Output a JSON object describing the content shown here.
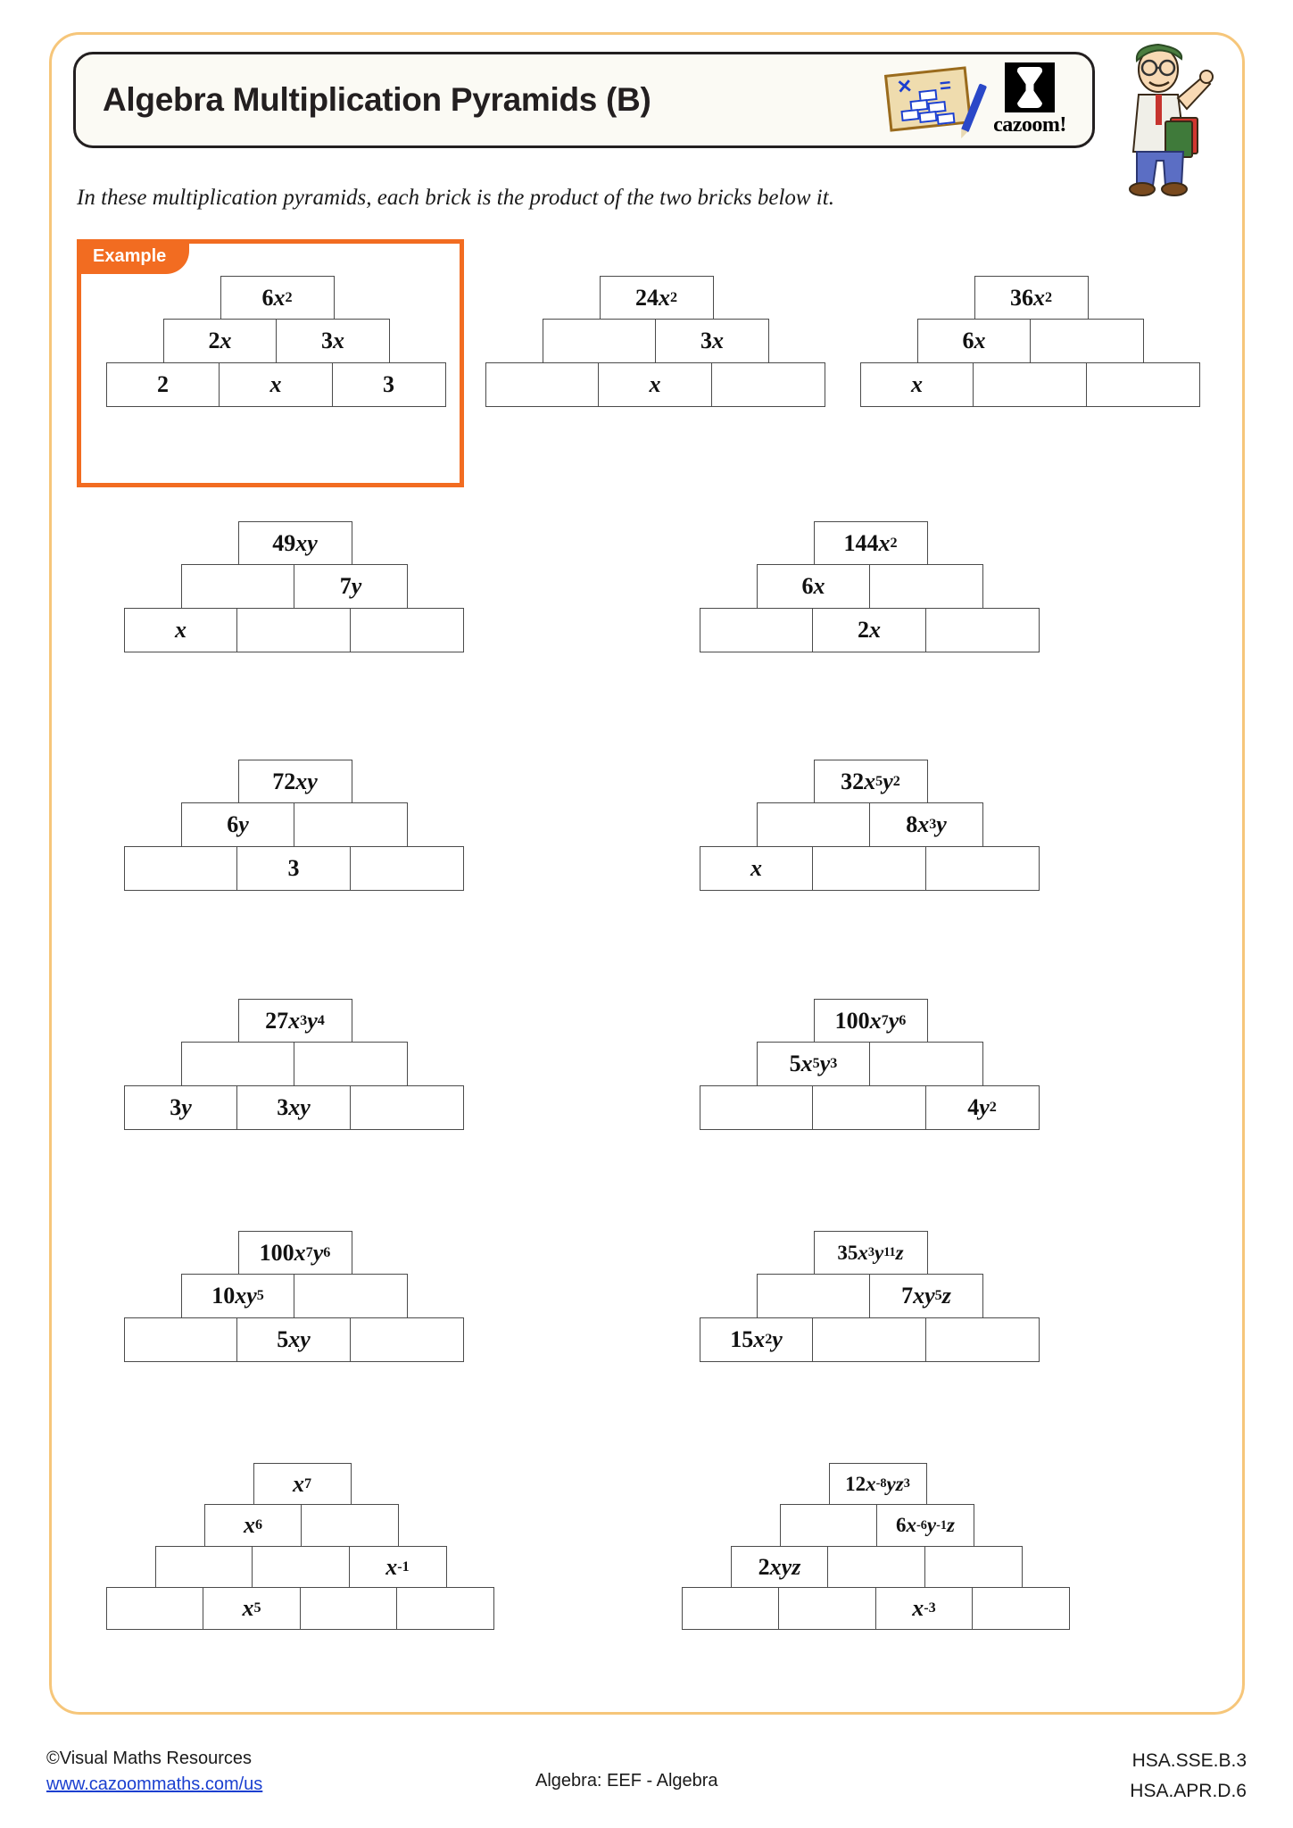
{
  "header": {
    "title": "Algebra Multiplication Pyramids (B)",
    "notepad_icon": "notepad-pencil-icon",
    "logo_word": "cazoom!",
    "teacher_icon": "teacher-character-icon"
  },
  "instruction": "In these multiplication pyramids, each brick is the product of the two bricks below it.",
  "example": {
    "badge": "Example"
  },
  "colors": {
    "accent_orange": "#f26c21",
    "frame_gold": "#f6c67a",
    "brick_border": "#4b4b4b",
    "title_bg": "#fbfaf4"
  },
  "pyramids": [
    {
      "id": "example",
      "rows": 3,
      "cells": [
        [
          "6x²"
        ],
        [
          "2x",
          "3x"
        ],
        [
          "2",
          "x",
          "3"
        ]
      ]
    },
    {
      "id": "q1",
      "rows": 3,
      "cells": [
        [
          "24x²"
        ],
        [
          "",
          "3x"
        ],
        [
          "",
          "x",
          ""
        ]
      ]
    },
    {
      "id": "q2",
      "rows": 3,
      "cells": [
        [
          "36x²"
        ],
        [
          "6x",
          ""
        ],
        [
          "x",
          "",
          ""
        ]
      ]
    },
    {
      "id": "q3",
      "rows": 3,
      "cells": [
        [
          "49xy"
        ],
        [
          "",
          "7y"
        ],
        [
          "x",
          "",
          ""
        ]
      ]
    },
    {
      "id": "q4",
      "rows": 3,
      "cells": [
        [
          "144x²"
        ],
        [
          "6x",
          ""
        ],
        [
          "",
          "2x",
          ""
        ]
      ]
    },
    {
      "id": "q5",
      "rows": 3,
      "cells": [
        [
          "72xy"
        ],
        [
          "6y",
          ""
        ],
        [
          "",
          "3",
          ""
        ]
      ]
    },
    {
      "id": "q6",
      "rows": 3,
      "cells": [
        [
          "32x^5y^2"
        ],
        [
          "",
          "8x^3y"
        ],
        [
          "x",
          "",
          ""
        ]
      ]
    },
    {
      "id": "q7",
      "rows": 3,
      "cells": [
        [
          "27x^3y^4"
        ],
        [
          "",
          ""
        ],
        [
          "3y",
          "3xy",
          ""
        ]
      ]
    },
    {
      "id": "q8",
      "rows": 3,
      "cells": [
        [
          "100x^7y^6"
        ],
        [
          "5x^5y^3",
          ""
        ],
        [
          "",
          "",
          "4y^2"
        ]
      ]
    },
    {
      "id": "q9",
      "rows": 3,
      "cells": [
        [
          "100x^7y^6"
        ],
        [
          "10xy^5",
          ""
        ],
        [
          "",
          "5xy",
          ""
        ]
      ]
    },
    {
      "id": "q10",
      "rows": 3,
      "cells": [
        [
          "35x^3y^11z"
        ],
        [
          "",
          "7xy^5z"
        ],
        [
          "15x^2y",
          "",
          ""
        ]
      ]
    },
    {
      "id": "q11",
      "rows": 4,
      "cells": [
        [
          "x^7"
        ],
        [
          "x^6",
          ""
        ],
        [
          "",
          "",
          "x^-1"
        ],
        [
          "",
          "x^5",
          "",
          ""
        ]
      ]
    },
    {
      "id": "q12",
      "rows": 4,
      "cells": [
        [
          "12x^-8yz^3"
        ],
        [
          "",
          "6x^-6y^-1z"
        ],
        [
          "2xyz",
          "",
          ""
        ],
        [
          "",
          "",
          "x^-3",
          ""
        ]
      ]
    }
  ],
  "footer": {
    "copyright": "©Visual Maths Resources",
    "website": "www.cazoommaths.com/us",
    "center": "Algebra: EEF - Algebra",
    "standard_1": "HSA.SSE.B.3",
    "standard_2": "HSA.APR.D.6"
  }
}
